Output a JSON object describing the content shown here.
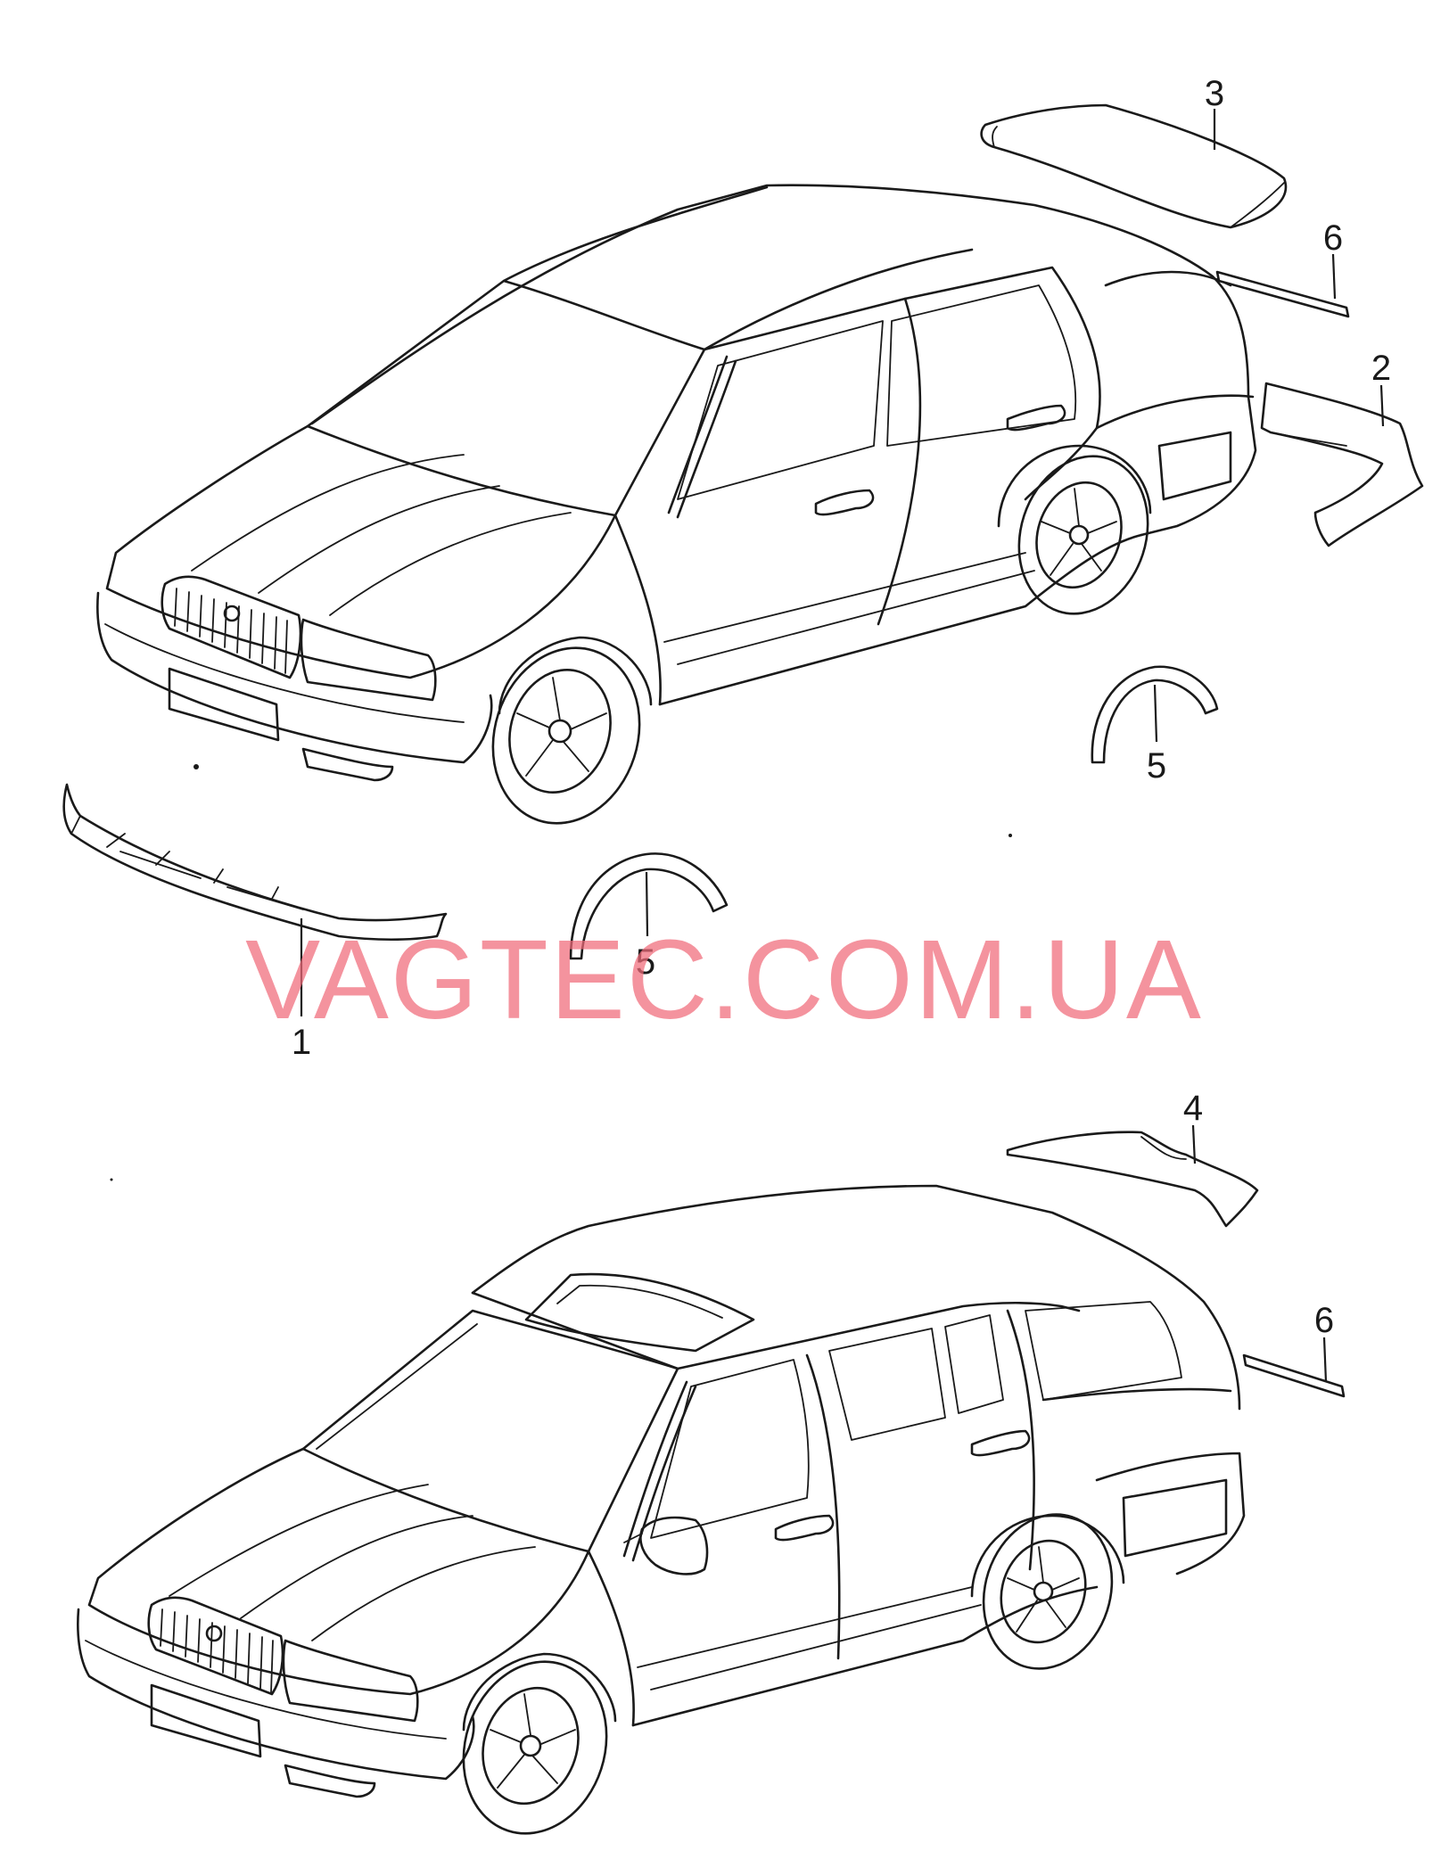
{
  "diagram": {
    "callouts": {
      "c1": "1",
      "c2": "2",
      "c3": "3",
      "c4": "4",
      "c5a": "5",
      "c5b": "5",
      "c6a": "6",
      "c6b": "6"
    },
    "watermark": "VAGTEC.COM.UA"
  }
}
